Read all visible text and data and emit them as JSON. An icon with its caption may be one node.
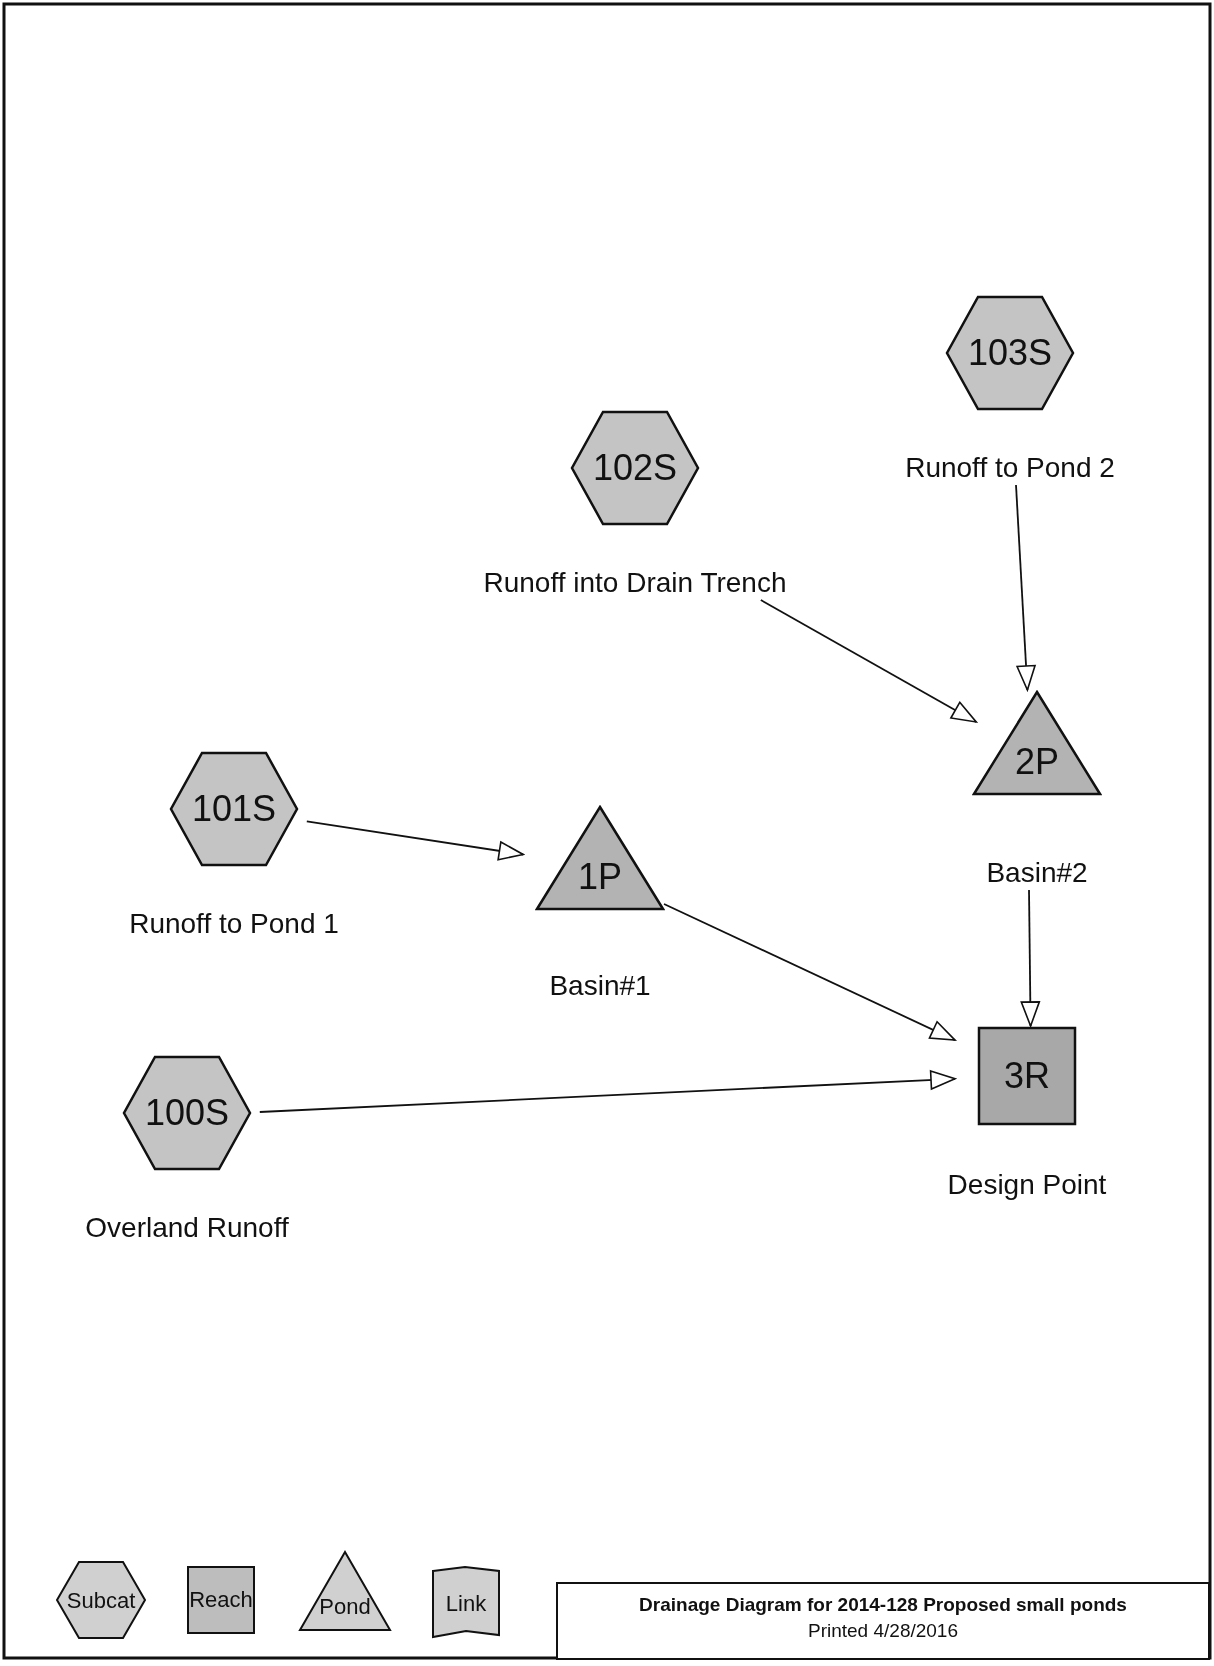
{
  "diagram": {
    "title": "Drainage Diagram for 2014-128 Proposed small ponds",
    "nodes": [
      {
        "text": [
          "103S",
          "Runoff to Pond 2"
        ]
      },
      {
        "text": [
          "102S",
          "Runoff into Drain Trench"
        ]
      },
      {
        "text": [
          "101S",
          "Runoff to Pond 1"
        ]
      },
      {
        "text": [
          "100S",
          "Overland Runoff"
        ]
      },
      {
        "text": [
          "1P",
          "Basin#1"
        ]
      },
      {
        "text": [
          "2P",
          "Basin#2"
        ]
      },
      {
        "text": [
          "3R",
          "Design Point"
        ]
      }
    ],
    "edges": [
      {
        "from": 0,
        "to": 5,
        "arrow": "to"
      },
      {
        "from": 1,
        "to": 5,
        "arrow": "to"
      },
      {
        "from": 2,
        "to": 4,
        "arrow": "to"
      },
      {
        "from": 4,
        "to": 6,
        "arrow": "to"
      },
      {
        "from": 3,
        "to": 6,
        "arrow": "to"
      },
      {
        "from": 5,
        "to": 6,
        "arrow": "to"
      }
    ],
    "labels": [
      "Printed 4/28/2016"
    ],
    "legend": [
      {
        "text": "Subcat"
      },
      {
        "text": "Reach"
      },
      {
        "text": "Pond"
      },
      {
        "text": "Link"
      }
    ]
  }
}
